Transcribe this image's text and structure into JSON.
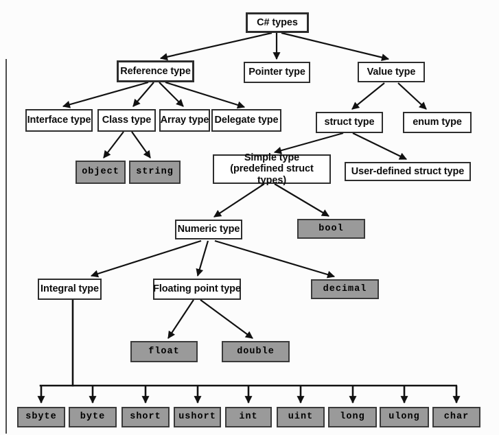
{
  "diagram": {
    "title": "C# types",
    "colors": {
      "category_fill": "#ffffff",
      "keyword_fill": "#9a9a9a",
      "box_border": "#2d2d2d",
      "arrow": "#111111",
      "background": "#fcfcfc"
    },
    "nodes": [
      {
        "id": "root",
        "label": "C# types",
        "kind": "category"
      },
      {
        "id": "reference",
        "label": "Reference type",
        "kind": "category"
      },
      {
        "id": "pointer",
        "label": "Pointer type",
        "kind": "category"
      },
      {
        "id": "value",
        "label": "Value type",
        "kind": "category"
      },
      {
        "id": "interface",
        "label": "Interface type",
        "kind": "category"
      },
      {
        "id": "class",
        "label": "Class type",
        "kind": "category"
      },
      {
        "id": "array",
        "label": "Array type",
        "kind": "category"
      },
      {
        "id": "delegate",
        "label": "Delegate type",
        "kind": "category"
      },
      {
        "id": "struct",
        "label": "struct type",
        "kind": "category"
      },
      {
        "id": "enum",
        "label": "enum type",
        "kind": "category"
      },
      {
        "id": "object",
        "label": "object",
        "kind": "keyword"
      },
      {
        "id": "string",
        "label": "string",
        "kind": "keyword"
      },
      {
        "id": "simple",
        "label": "Simple type (predefined struct types)",
        "kind": "category"
      },
      {
        "id": "userdefined",
        "label": "User-defined struct type",
        "kind": "category"
      },
      {
        "id": "numeric",
        "label": "Numeric type",
        "kind": "category"
      },
      {
        "id": "bool",
        "label": "bool",
        "kind": "keyword"
      },
      {
        "id": "integral",
        "label": "Integral type",
        "kind": "category"
      },
      {
        "id": "floating",
        "label": "Floating point type",
        "kind": "category"
      },
      {
        "id": "decimal",
        "label": "decimal",
        "kind": "keyword"
      },
      {
        "id": "float",
        "label": "float",
        "kind": "keyword"
      },
      {
        "id": "double",
        "label": "double",
        "kind": "keyword"
      },
      {
        "id": "sbyte",
        "label": "sbyte",
        "kind": "keyword"
      },
      {
        "id": "byte",
        "label": "byte",
        "kind": "keyword"
      },
      {
        "id": "short",
        "label": "short",
        "kind": "keyword"
      },
      {
        "id": "ushort",
        "label": "ushort",
        "kind": "keyword"
      },
      {
        "id": "int",
        "label": "int",
        "kind": "keyword"
      },
      {
        "id": "uint",
        "label": "uint",
        "kind": "keyword"
      },
      {
        "id": "long",
        "label": "long",
        "kind": "keyword"
      },
      {
        "id": "ulong",
        "label": "ulong",
        "kind": "keyword"
      },
      {
        "id": "char",
        "label": "char",
        "kind": "keyword"
      }
    ],
    "edges": [
      [
        "root",
        "reference"
      ],
      [
        "root",
        "pointer"
      ],
      [
        "root",
        "value"
      ],
      [
        "reference",
        "interface"
      ],
      [
        "reference",
        "class"
      ],
      [
        "reference",
        "array"
      ],
      [
        "reference",
        "delegate"
      ],
      [
        "value",
        "struct"
      ],
      [
        "value",
        "enum"
      ],
      [
        "class",
        "object"
      ],
      [
        "class",
        "string"
      ],
      [
        "struct",
        "simple"
      ],
      [
        "struct",
        "userdefined"
      ],
      [
        "simple",
        "numeric"
      ],
      [
        "simple",
        "bool"
      ],
      [
        "numeric",
        "integral"
      ],
      [
        "numeric",
        "floating"
      ],
      [
        "numeric",
        "decimal"
      ],
      [
        "floating",
        "float"
      ],
      [
        "floating",
        "double"
      ],
      [
        "integral",
        "sbyte"
      ],
      [
        "integral",
        "byte"
      ],
      [
        "integral",
        "short"
      ],
      [
        "integral",
        "ushort"
      ],
      [
        "integral",
        "int"
      ],
      [
        "integral",
        "uint"
      ],
      [
        "integral",
        "long"
      ],
      [
        "integral",
        "ulong"
      ],
      [
        "integral",
        "char"
      ]
    ]
  }
}
